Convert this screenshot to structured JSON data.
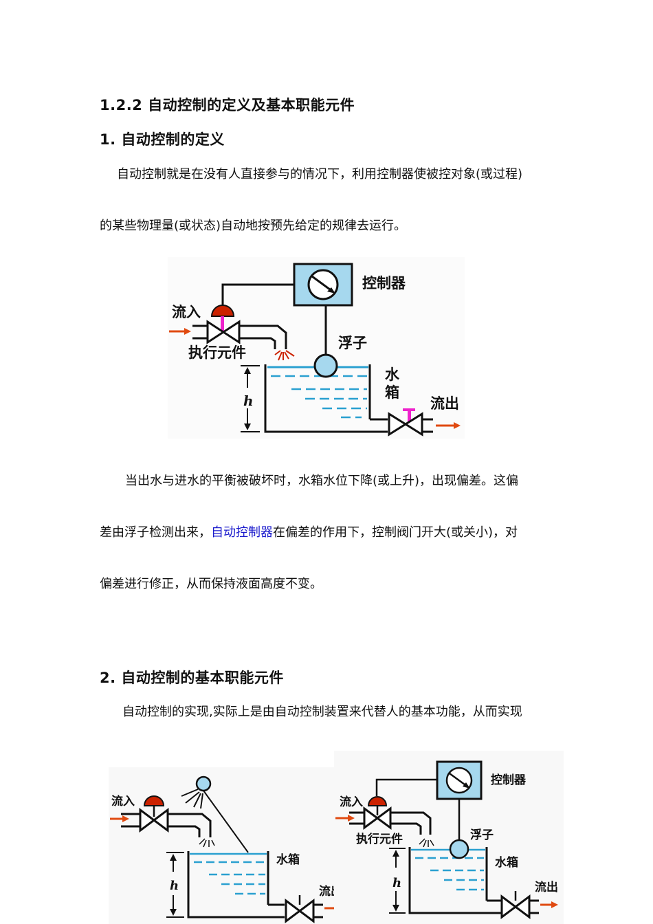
{
  "section": {
    "heading": "1.2.2  自动控制的定义及基本职能元件"
  },
  "subsection1": {
    "heading": "1. 自动控制的定义",
    "para_line1": "自动控制就是在没有人直接参与的情况下，利用控制器使被控对象(或过程)",
    "para_line2": "的某些物理量(或状态)自动地按预先给定的规律去运行。"
  },
  "diagram1": {
    "controller_label": "控制器",
    "inflow_label": "流入",
    "actuator_label": "执行元件",
    "float_label": "浮子",
    "tank_label_1": "水",
    "tank_label_2": "箱",
    "h_label": "h",
    "outflow_label": "流出"
  },
  "paragraph2": {
    "line1": "当出水与进水的平衡被破坏时，水箱水位下降(或上升)，出现偏差。这偏",
    "line2_before": "差由浮子检测出来，",
    "line2_link": "自动控制器",
    "line2_after": "在偏差的作用下，控制阀门开大(或关小)，对",
    "line3": "偏差进行修正，从而保持液面高度不变。"
  },
  "subsection2": {
    "heading": "2. 自动控制的基本职能元件",
    "para_line1": "自动控制的实现,实际上是由自动控制装置来代替人的基本功能，从而实现"
  },
  "diagram2": {
    "inflow_label": "流入",
    "tank_label": "水箱",
    "h_label": "h",
    "outflow_label": "流出"
  },
  "diagram3": {
    "controller_label": "控制器",
    "inflow_label": "流入",
    "actuator_label": "执行元件",
    "float_label": "浮子",
    "tank_label": "水箱",
    "h_label": "h",
    "outflow_label": "流出"
  },
  "colors": {
    "water": "#2aa0d0",
    "controller_fill": "#a6d8ee",
    "valve_red": "#cc2200",
    "valve_magenta": "#ee22cc",
    "arrow_orange": "#e04a10",
    "link_blue": "#1a1acc"
  }
}
